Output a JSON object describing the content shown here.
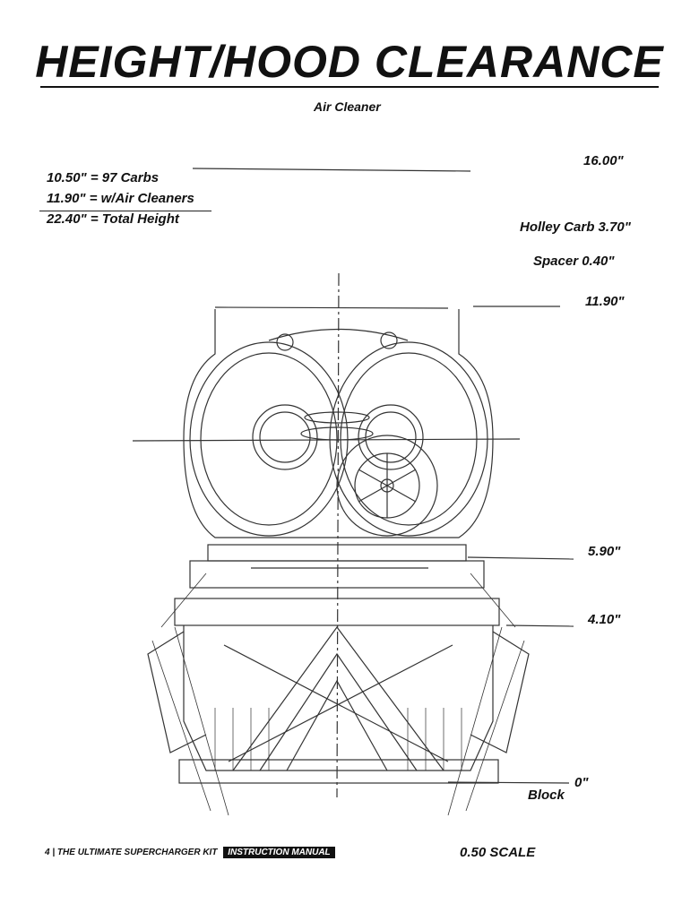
{
  "title": "HEIGHT/HOOD CLEARANCE",
  "air_cleaner_label": "Air Cleaner",
  "height_summary": {
    "line1": "10.50\" = 97 Carbs",
    "line2": "11.90\" = w/Air Cleaners",
    "line3": "22.40\" = Total Height"
  },
  "dimensions": {
    "d1600": "16.00\"",
    "holley": "Holley Carb 3.70\"",
    "spacer": "Spacer 0.40\"",
    "d1190": "11.90\"",
    "d590": "5.90\"",
    "d410": "4.10\"",
    "d0": "0\"",
    "block": "Block"
  },
  "footer": {
    "page_number": "4",
    "kit_name": "THE ULTIMATE SUPERCHARGER KIT",
    "manual_badge": "INSTRUCTION MANUAL"
  },
  "scale": "0.50 SCALE"
}
